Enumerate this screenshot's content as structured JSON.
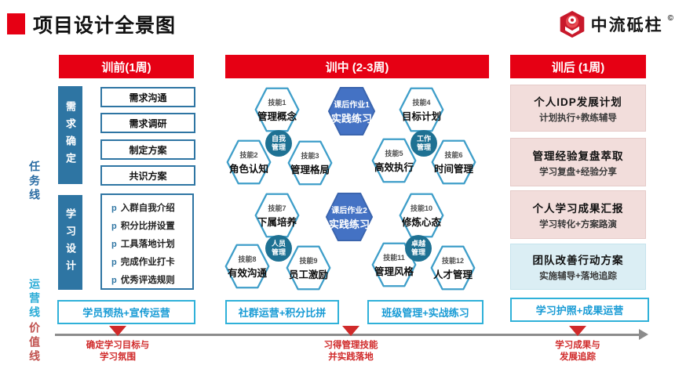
{
  "page": {
    "title": "项目设计全景图"
  },
  "logo": {
    "name": "中流砥柱",
    "mark": "©"
  },
  "rails": {
    "task": "任务线",
    "ops": "运营线",
    "value": "价值线"
  },
  "headers": {
    "pre": "训前(1周)",
    "mid": "训中 (2-3周)",
    "post": "训后 (1周)"
  },
  "pre": {
    "stage1_label": "需求确定",
    "stage1_items": [
      "需求沟通",
      "需求调研",
      "制定方案",
      "共识方案"
    ],
    "stage2_label": "学习设计",
    "bullet": "p",
    "stage2_items": [
      "入群自我介绍",
      "积分比拼设置",
      "工具落地计划",
      "完成作业打卡",
      "优秀评选规则"
    ],
    "op": "学员预热+宣传运营"
  },
  "mid": {
    "hexes": [
      {
        "tag": "技能1",
        "name": "管理概念"
      },
      {
        "tag": "技能2",
        "name": "角色认知"
      },
      {
        "tag": "技能3",
        "name": "管理格局"
      },
      {
        "tag": "技能4",
        "name": "目标计划"
      },
      {
        "tag": "技能5",
        "name": "高效执行"
      },
      {
        "tag": "技能6",
        "name": "时间管理"
      },
      {
        "tag": "技能7",
        "name": "下属培养"
      },
      {
        "tag": "技能8",
        "name": "有效沟通"
      },
      {
        "tag": "技能9",
        "name": "员工激励"
      },
      {
        "tag": "技能10",
        "name": "修炼心态"
      },
      {
        "tag": "技能11",
        "name": "管理风格"
      },
      {
        "tag": "技能12",
        "name": "人才管理"
      }
    ],
    "homeworks": [
      {
        "tag": "课后作业1",
        "name": "实践练习"
      },
      {
        "tag": "课后作业2",
        "name": "实践练习"
      }
    ],
    "circles": [
      {
        "line1": "自我",
        "line2": "管理"
      },
      {
        "line1": "工作",
        "line2": "管理"
      },
      {
        "line1": "人员",
        "line2": "管理"
      },
      {
        "line1": "卓越",
        "line2": "管理"
      }
    ],
    "ops": [
      "社群运营+积分比拼",
      "班级管理+实战练习"
    ]
  },
  "post": {
    "cards": [
      {
        "title": "个人IDP发展计划",
        "subtitle": "计划执行+教练辅导"
      },
      {
        "title": "管理经验复盘萃取",
        "subtitle": "学习复盘+经验分享"
      },
      {
        "title": "个人学习成果汇报",
        "subtitle": "学习转化+方案路演"
      },
      {
        "title": "团队改善行动方案",
        "subtitle": "实施辅导+落地追踪"
      }
    ],
    "op": "学习护照+成果运营"
  },
  "timeline": {
    "milestones": [
      {
        "line1": "确定学习目标与",
        "line2": "学习氛围"
      },
      {
        "line1": "习得管理技能",
        "line2": "并实践落地"
      },
      {
        "line1": "学习成果与",
        "line2": "发展追踪"
      }
    ]
  },
  "colors": {
    "brand_red": "#e60014",
    "steel_blue": "#2e75a3",
    "hex_border": "#3e9ec9",
    "homework_blue": "#4472c4",
    "circle_teal": "#1e7193",
    "op_border_cyan": "#2fb1d9",
    "op_text_cyan": "#189bd5",
    "card_pink": "#f2dddb",
    "card_cyan": "#dbeef4",
    "annotation_red": "#d02a2a",
    "rail_task": "#2a6ca3",
    "rail_ops": "#29abd6",
    "rail_value": "#c0504d",
    "timeline_gray": "#8c8c8c"
  }
}
